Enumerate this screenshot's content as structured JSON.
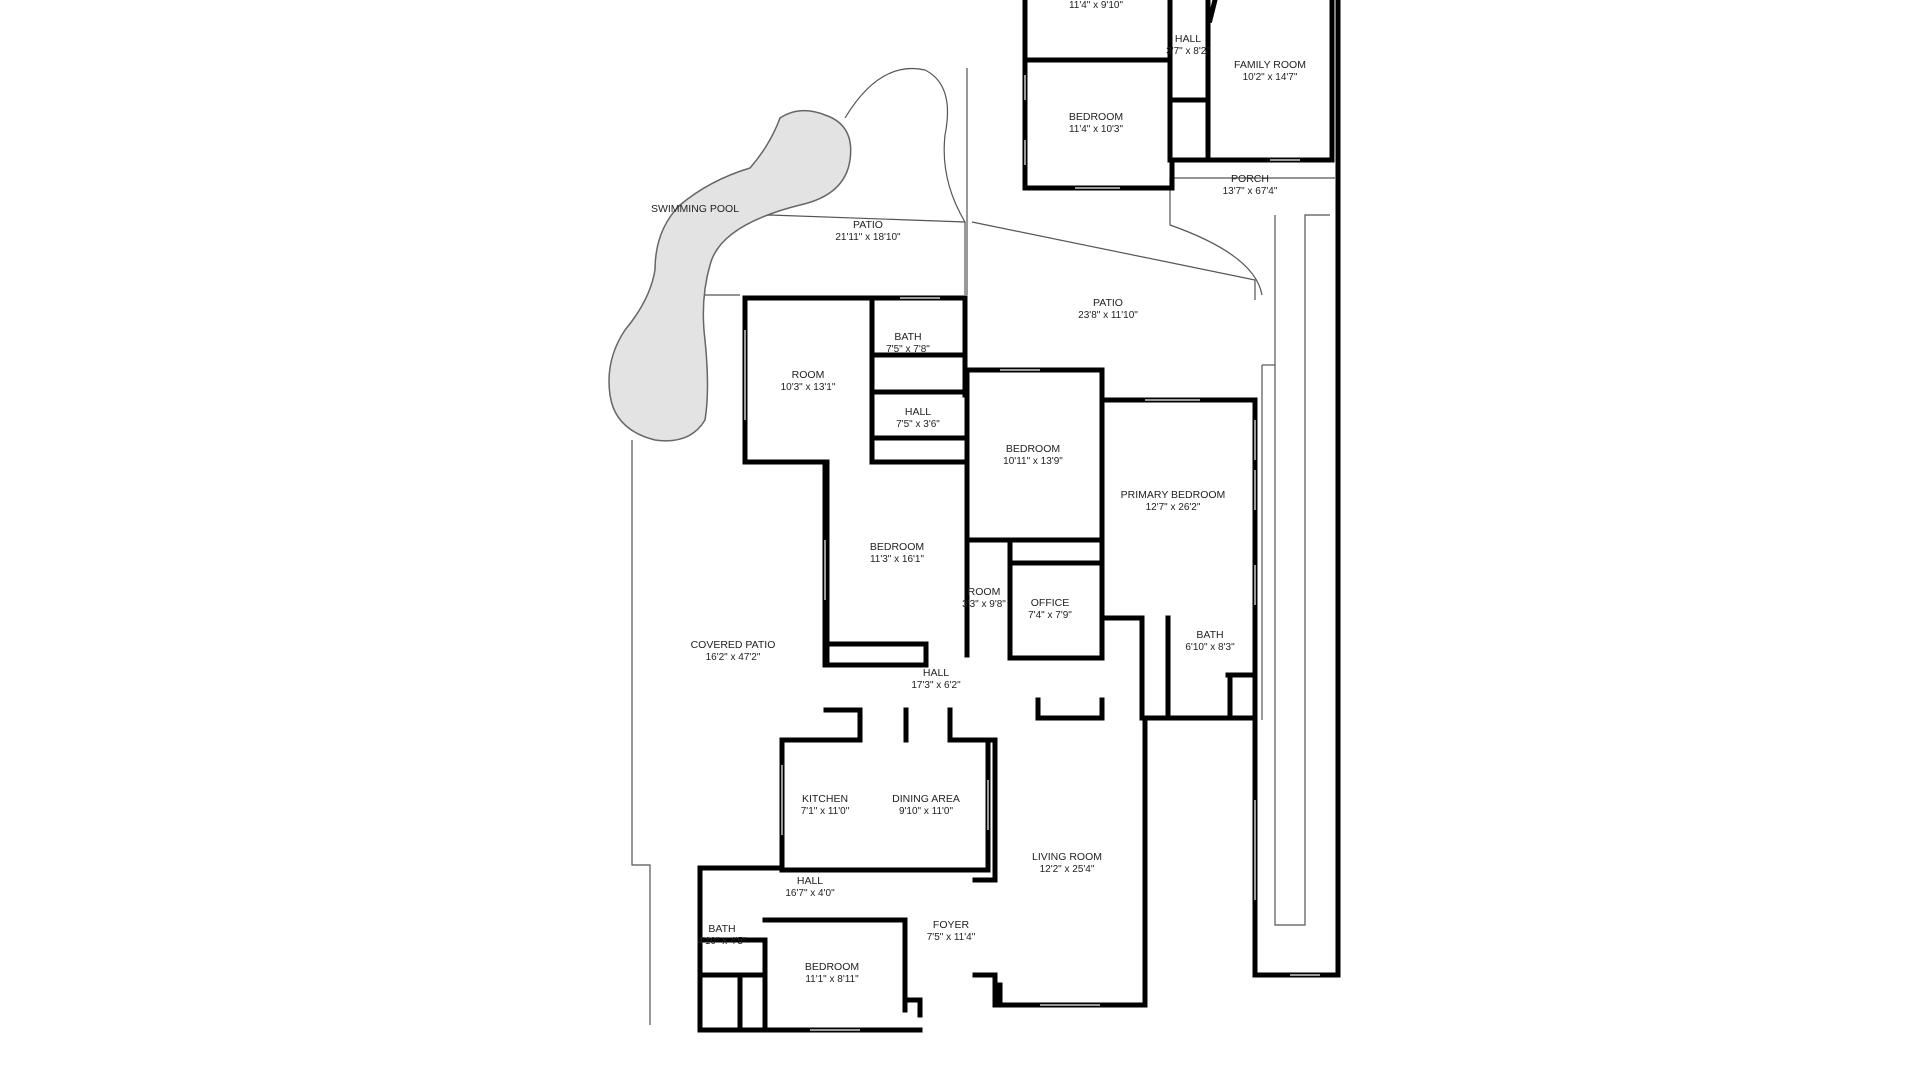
{
  "diagram": {
    "type": "floor-plan",
    "rooms": [
      {
        "id": "bedroom-top-small",
        "name": "",
        "dims": "11'4\" x 9'10\""
      },
      {
        "id": "hall-top",
        "name": "HALL",
        "dims": "3'7\" x 8'2\""
      },
      {
        "id": "family-room",
        "name": "FAMILY ROOM",
        "dims": "10'2\" x 14'7\""
      },
      {
        "id": "bedroom-top",
        "name": "BEDROOM",
        "dims": "11'4\" x 10'3\""
      },
      {
        "id": "porch",
        "name": "PORCH",
        "dims": "13'7\" x 67'4\""
      },
      {
        "id": "swimming-pool",
        "name": "SWIMMING POOL",
        "dims": ""
      },
      {
        "id": "patio-pool",
        "name": "PATIO",
        "dims": "21'11\" x 18'10\""
      },
      {
        "id": "patio-east",
        "name": "PATIO",
        "dims": "23'8\" x 11'10\""
      },
      {
        "id": "bath-1",
        "name": "BATH",
        "dims": "7'5\" x 7'8\""
      },
      {
        "id": "room-1",
        "name": "ROOM",
        "dims": "10'3\" x 13'1\""
      },
      {
        "id": "hall-1",
        "name": "HALL",
        "dims": "7'5\" x 3'6\""
      },
      {
        "id": "bedroom-2",
        "name": "BEDROOM",
        "dims": "10'11\" x 13'9\""
      },
      {
        "id": "primary-bedroom",
        "name": "PRIMARY BEDROOM",
        "dims": "12'7\" x 26'2\""
      },
      {
        "id": "bedroom-3",
        "name": "BEDROOM",
        "dims": "11'3\" x 16'1\""
      },
      {
        "id": "room-2",
        "name": "ROOM",
        "dims": "3'3\" x 9'8\""
      },
      {
        "id": "office",
        "name": "OFFICE",
        "dims": "7'4\" x 7'9\""
      },
      {
        "id": "bath-2",
        "name": "BATH",
        "dims": "6'10\" x 8'3\""
      },
      {
        "id": "covered-patio",
        "name": "COVERED PATIO",
        "dims": "16'2\" x 47'2\""
      },
      {
        "id": "hall-2",
        "name": "HALL",
        "dims": "17'3\" x 6'2\""
      },
      {
        "id": "kitchen",
        "name": "KITCHEN",
        "dims": "7'1\" x 11'0\""
      },
      {
        "id": "dining-area",
        "name": "DINING AREA",
        "dims": "9'10\" x 11'0\""
      },
      {
        "id": "living-room",
        "name": "LIVING ROOM",
        "dims": "12'2\" x 25'4\""
      },
      {
        "id": "hall-3",
        "name": "HALL",
        "dims": "16'7\" x 4'0\""
      },
      {
        "id": "foyer",
        "name": "FOYER",
        "dims": "7'5\" x 11'4\""
      },
      {
        "id": "bath-3",
        "name": "BATH",
        "dims": "4'10\" x 4'5\""
      },
      {
        "id": "bedroom-4",
        "name": "BEDROOM",
        "dims": "11'1\" x 8'11\""
      }
    ]
  }
}
